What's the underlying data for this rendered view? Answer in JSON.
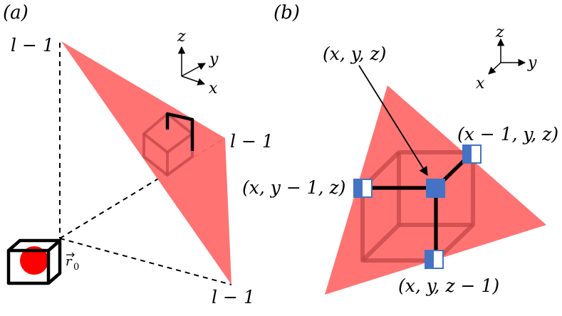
{
  "panel_a": {
    "label": "(a)",
    "corner_top": "l − 1",
    "corner_right": "l − 1",
    "corner_bottom": "l − 1",
    "origin_label_main": "r",
    "origin_label_sub": "0",
    "axes": {
      "z": "z",
      "y": "y",
      "x": "x"
    }
  },
  "panel_b": {
    "label": "(b)",
    "center_label": "(x, y, z)",
    "neighbor_x": "(x − 1, y, z)",
    "neighbor_y": "(x, y − 1, z)",
    "neighbor_z": "(x, y, z − 1)",
    "axes": {
      "z": "z",
      "y": "y",
      "x": "x"
    }
  },
  "colors": {
    "plane": "#ff6b6b",
    "cube_ghost": "#c94a4a",
    "node": "#4472c4",
    "origin_dot": "#ff0000",
    "ink": "#000000"
  }
}
